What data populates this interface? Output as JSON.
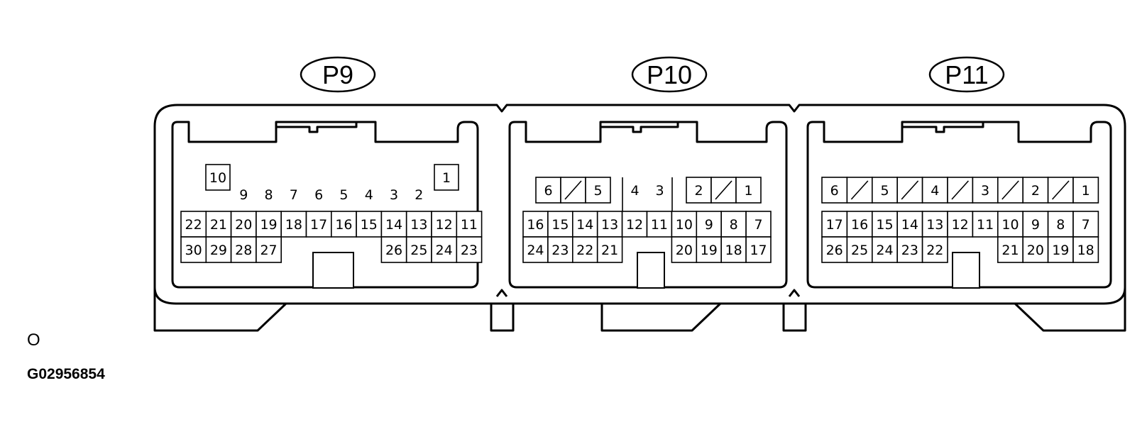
{
  "connectors": [
    {
      "label": "P9",
      "pins": {
        "p1": "1",
        "p2": "2",
        "p3": "3",
        "p4": "4",
        "p5": "5",
        "p6": "6",
        "p7": "7",
        "p8": "8",
        "p9": "9",
        "p10": "10",
        "p11": "11",
        "p12": "12",
        "p13": "13",
        "p14": "14",
        "p15": "15",
        "p16": "16",
        "p17": "17",
        "p18": "18",
        "p19": "19",
        "p20": "20",
        "p21": "21",
        "p22": "22",
        "p23": "23",
        "p24": "24",
        "p25": "25",
        "p26": "26",
        "p27": "27",
        "p28": "28",
        "p29": "29",
        "p30": "30"
      }
    },
    {
      "label": "P10",
      "pins": {
        "p1": "1",
        "p2": "2",
        "p3": "3",
        "p4": "4",
        "p5": "5",
        "p6": "6",
        "p7": "7",
        "p8": "8",
        "p9": "9",
        "p10": "10",
        "p11": "11",
        "p12": "12",
        "p13": "13",
        "p14": "14",
        "p15": "15",
        "p16": "16",
        "p17": "17",
        "p18": "18",
        "p19": "19",
        "p20": "20",
        "p21": "21",
        "p22": "22",
        "p23": "23",
        "p24": "24"
      }
    },
    {
      "label": "P11",
      "pins": {
        "p1": "1",
        "p2": "2",
        "p3": "3",
        "p4": "4",
        "p5": "5",
        "p6": "6",
        "p7": "7",
        "p8": "8",
        "p9": "9",
        "p10": "10",
        "p11": "11",
        "p12": "12",
        "p13": "13",
        "p14": "14",
        "p15": "15",
        "p16": "16",
        "p17": "17",
        "p18": "18",
        "p19": "19",
        "p20": "20",
        "p21": "21",
        "p22": "22",
        "p23": "23",
        "p24": "24",
        "p25": "25",
        "p26": "26"
      }
    }
  ],
  "note": "O",
  "figure_id": "G02956854"
}
